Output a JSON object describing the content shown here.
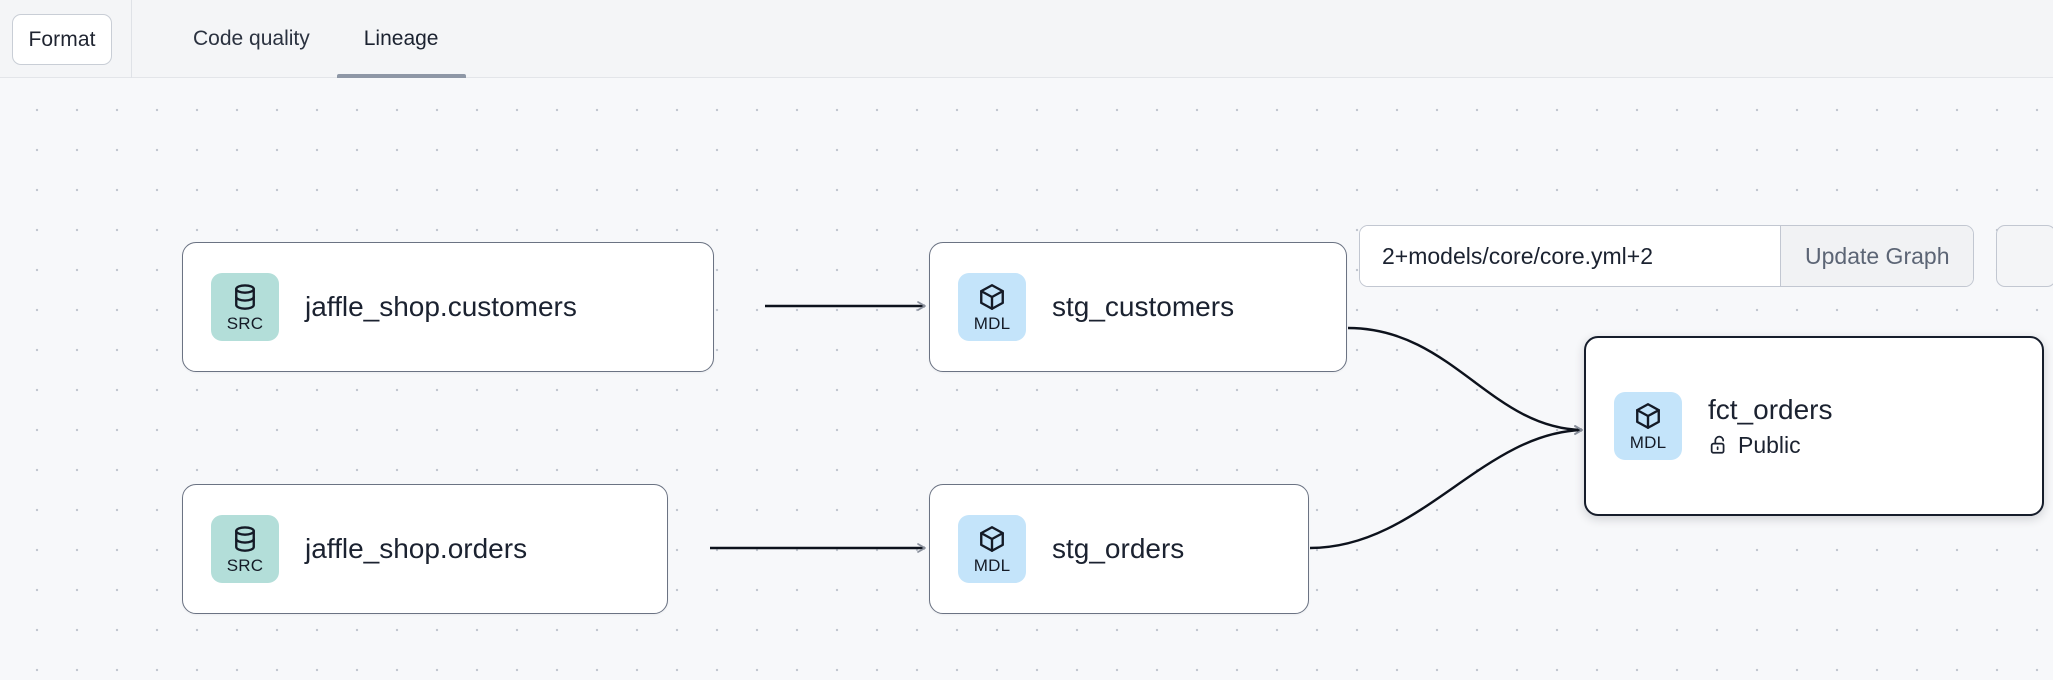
{
  "toolbar": {
    "format_label": "Format",
    "tabs": [
      {
        "label": "Code quality",
        "active": false
      },
      {
        "label": "Lineage",
        "active": true
      }
    ]
  },
  "graph_controls": {
    "selector_value": "2+models/core/core.yml+2",
    "selector_placeholder": "2+models/core/core.yml+2",
    "update_label": "Update Graph"
  },
  "lineage": {
    "nodes": [
      {
        "id": "jaffle_shop_customers",
        "title": "jaffle_shop.customers",
        "badge_text": "SRC",
        "badge_icon": "database-icon",
        "badge_color": "#b3ded9",
        "selected": false,
        "subtitle": null
      },
      {
        "id": "stg_customers",
        "title": "stg_customers",
        "badge_text": "MDL",
        "badge_icon": "cube-icon",
        "badge_color": "#c4e4fa",
        "selected": false,
        "subtitle": null
      },
      {
        "id": "jaffle_shop_orders",
        "title": "jaffle_shop.orders",
        "badge_text": "SRC",
        "badge_icon": "database-icon",
        "badge_color": "#b3ded9",
        "selected": false,
        "subtitle": null
      },
      {
        "id": "stg_orders",
        "title": "stg_orders",
        "badge_text": "MDL",
        "badge_icon": "cube-icon",
        "badge_color": "#c4e4fa",
        "selected": false,
        "subtitle": null
      },
      {
        "id": "fct_orders",
        "title": "fct_orders",
        "badge_text": "MDL",
        "badge_icon": "cube-icon",
        "badge_color": "#c4e4fa",
        "selected": true,
        "subtitle": "Public",
        "subtitle_icon": "unlock-icon"
      }
    ]
  },
  "colors": {
    "canvas_background": "#f7f8fa",
    "toolbar_background": "#f4f5f7",
    "node_border": "#6b7383",
    "node_border_selected": "#161d2b",
    "edge_stroke": "#0d121c",
    "tab_underline": "#8e97a6",
    "src_badge": "#b3ded9",
    "mdl_badge": "#c4e4fa"
  }
}
